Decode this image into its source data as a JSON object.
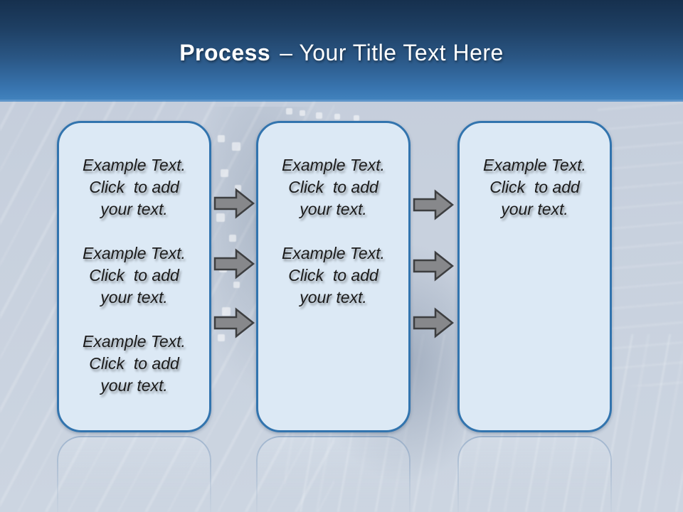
{
  "title": {
    "bold": "Process",
    "rest": "– Your Title Text Here"
  },
  "boxes": [
    {
      "name": "process-box-1",
      "paragraphs": [
        "Example Text.\nClick  to add\nyour text.",
        "Example Text.\nClick  to add\nyour text.",
        "Example Text.\nClick  to add\nyour text."
      ]
    },
    {
      "name": "process-box-2",
      "paragraphs": [
        "Example Text.\nClick  to add\nyour text.",
        "Example Text.\nClick  to add\nyour text."
      ]
    },
    {
      "name": "process-box-3",
      "paragraphs": [
        "Example Text.\nClick  to add\nyour text."
      ]
    }
  ],
  "arrows": {
    "direction": "right",
    "columns": 2,
    "per_column": 3,
    "icon": "right-block-arrow-icon"
  },
  "theme": {
    "header-top": "#16304e",
    "header-bottom": "#4182bd",
    "header-edge": "#5d94c9",
    "background": "#c7d0dd",
    "box-fill": "#dce9f5",
    "box-border": "#3274ae",
    "arrow-fill": "#87888b",
    "arrow-stroke": "#3d3e40",
    "text-color": "#1b1b1b",
    "title-color": "#ffffff"
  }
}
